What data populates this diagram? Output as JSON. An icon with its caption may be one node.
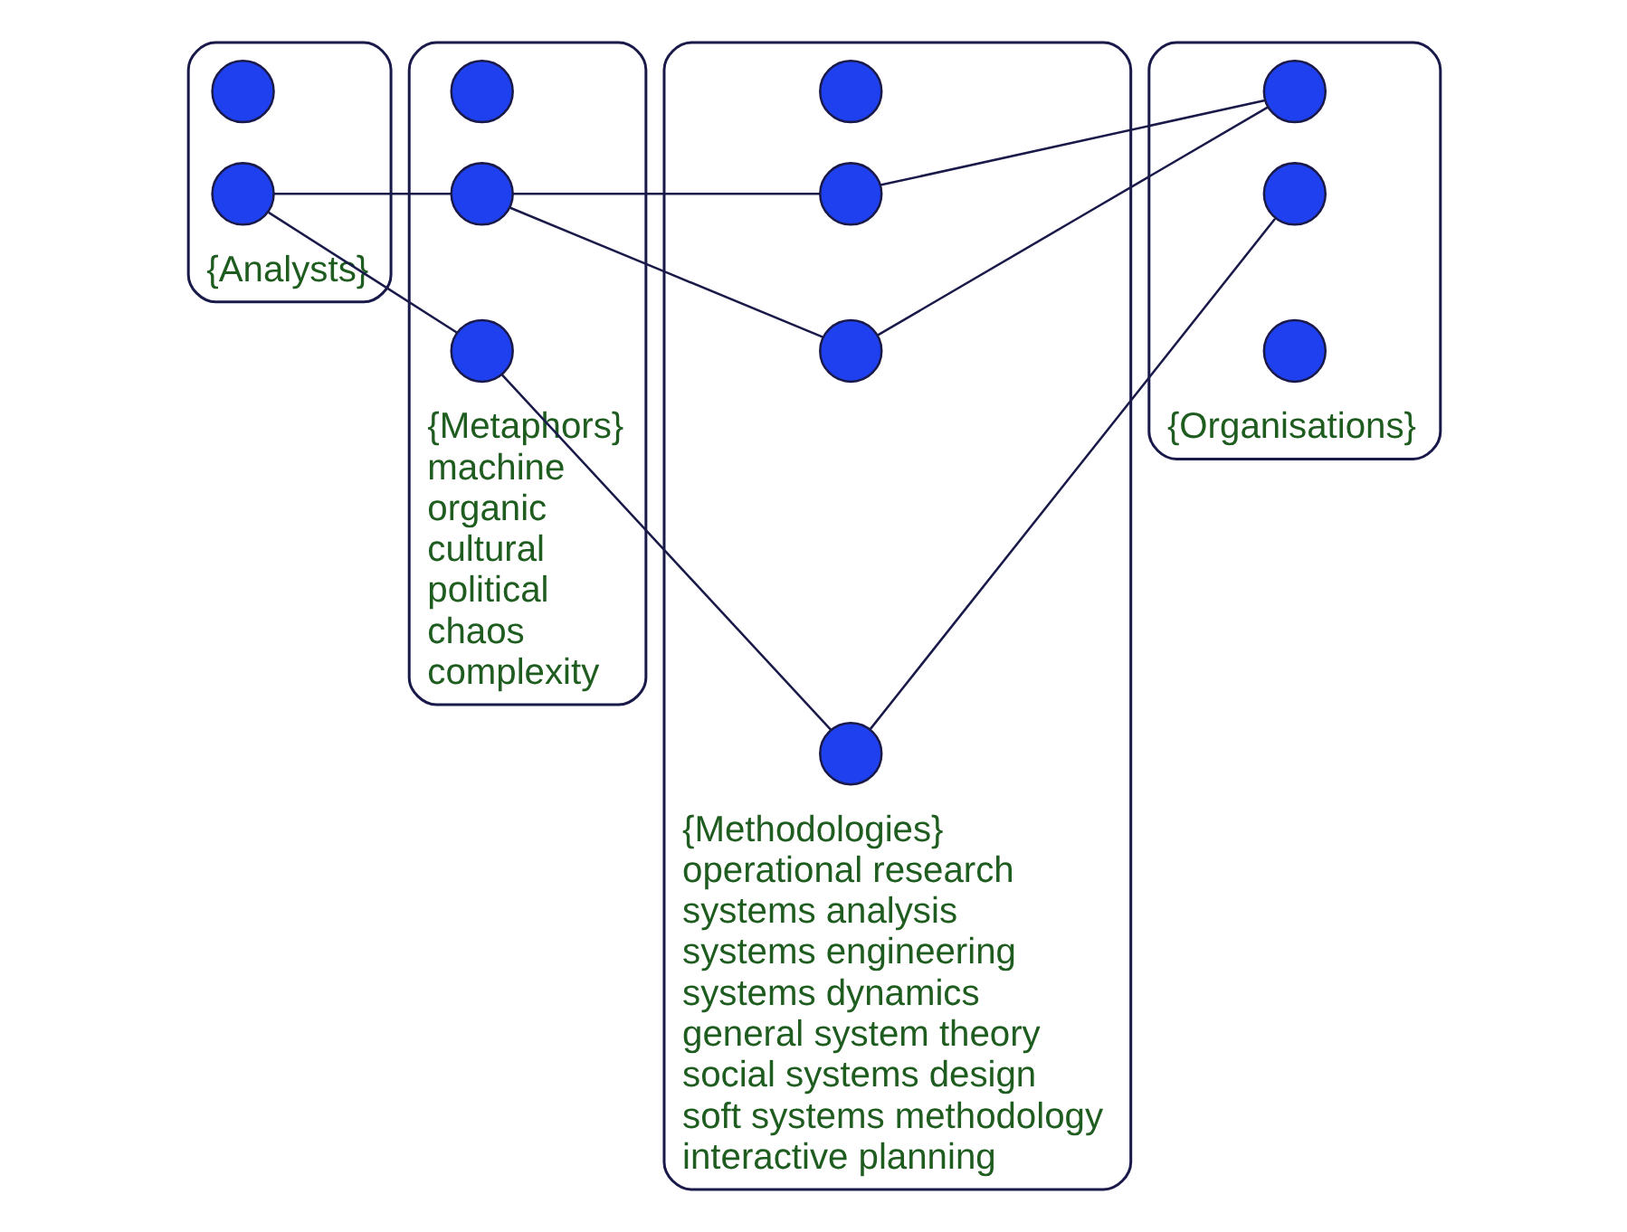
{
  "diagram": {
    "nodes": [
      {
        "text": [],
        "shape": "ellipse",
        "beside": [
          "{Analysts}"
        ]
      },
      {
        "text": [],
        "shape": "circle",
        "in": 0
      },
      {
        "text": [],
        "shape": "circle",
        "in": 0
      },
      {
        "text": [],
        "shape": "ellipse",
        "beside": [
          "{Metaphors}",
          "machine",
          "organic",
          "cultural",
          "political",
          "chaos",
          "complexity"
        ]
      },
      {
        "text": [],
        "shape": "circle",
        "in": 3
      },
      {
        "text": [],
        "shape": "circle",
        "in": 3
      },
      {
        "text": [],
        "shape": "circle",
        "in": 3
      },
      {
        "text": [],
        "shape": "ellipse",
        "beside": [
          "{Methodologies}",
          "operational research",
          "systems analysis",
          "systems engineering",
          "systems dynamics",
          "general system theory",
          "social systems design",
          "soft systems methodology",
          "interactive planning"
        ]
      },
      {
        "text": [],
        "shape": "circle",
        "in": 7
      },
      {
        "text": [],
        "shape": "circle",
        "in": 7
      },
      {
        "text": [],
        "shape": "circle",
        "in": 7
      },
      {
        "text": [],
        "shape": "circle",
        "in": 7
      },
      {
        "text": [],
        "shape": "ellipse",
        "beside": [
          "{Organisations}"
        ]
      },
      {
        "text": [],
        "shape": "circle",
        "in": 12
      },
      {
        "text": [],
        "shape": "circle",
        "in": 12
      },
      {
        "text": [],
        "shape": "circle",
        "in": 12
      }
    ],
    "edges": [
      {
        "from": 2,
        "to": 5,
        "arrow": "none"
      },
      {
        "from": 2,
        "to": 6,
        "arrow": "none"
      },
      {
        "from": 5,
        "to": 9,
        "arrow": "none"
      },
      {
        "from": 5,
        "to": 10,
        "arrow": "none"
      },
      {
        "from": 6,
        "to": 11,
        "arrow": "none"
      },
      {
        "from": 9,
        "to": 13,
        "arrow": "none"
      },
      {
        "from": 10,
        "to": 13,
        "arrow": "none"
      },
      {
        "from": 11,
        "to": 14,
        "arrow": "none"
      }
    ]
  }
}
